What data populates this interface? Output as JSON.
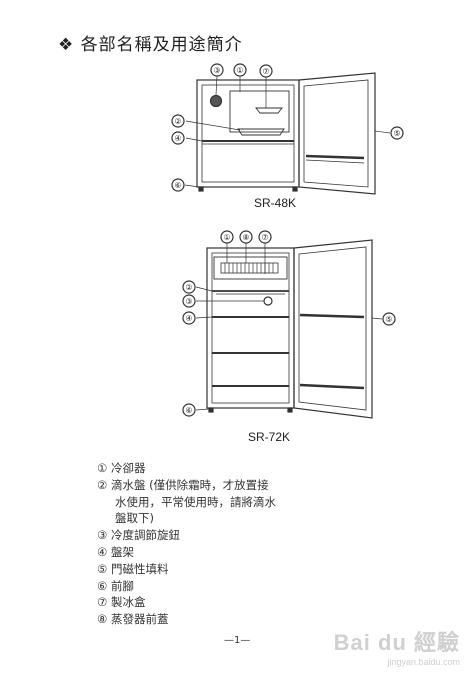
{
  "title": "❖ 各部名稱及用途簡介",
  "diagrams": [
    {
      "model": "SR-48K",
      "callouts": [
        "③",
        "①",
        "⑦",
        "②",
        "④",
        "⑥",
        "⑤"
      ]
    },
    {
      "model": "SR-72K",
      "callouts": [
        "①",
        "⑧",
        "⑦",
        "②",
        "③",
        "④",
        "⑥",
        "⑤"
      ]
    }
  ],
  "legend": [
    "① 冷卻器",
    "② 滴水盤 (僅供除霜時，才放置接",
    "水使用，平常使用時，請將滴水",
    "盤取下)",
    "③ 冷度調節旋鈕",
    "④ 盤架",
    "⑤ 門磁性填料",
    "⑥ 前腳",
    "⑦ 製冰盒",
    "⑧ 蒸發器前蓋"
  ],
  "page_number": "—1—",
  "watermark": {
    "main": "Bai du 經驗",
    "sub": "jingyan.baidu.com"
  }
}
